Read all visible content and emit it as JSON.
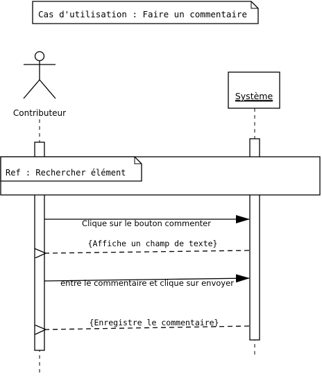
{
  "note": {
    "title": "Cas d'utilisation : Faire un commentaire"
  },
  "actor": {
    "name": "Contributeur"
  },
  "system": {
    "name": "Système"
  },
  "ref_frame": {
    "label": "Ref : Rechercher élément"
  },
  "messages": [
    {
      "label": "Clique sur le bouton commenter",
      "direction": "to-system",
      "style": "solid"
    },
    {
      "label": "{Affiche un champ de texte}",
      "direction": "to-actor",
      "style": "dashed"
    },
    {
      "label": "entre le commentaire et clique sur envoyer",
      "direction": "to-system",
      "style": "solid"
    },
    {
      "label": "{Enregistre le commentaire}",
      "direction": "to-actor",
      "style": "dashed"
    }
  ]
}
